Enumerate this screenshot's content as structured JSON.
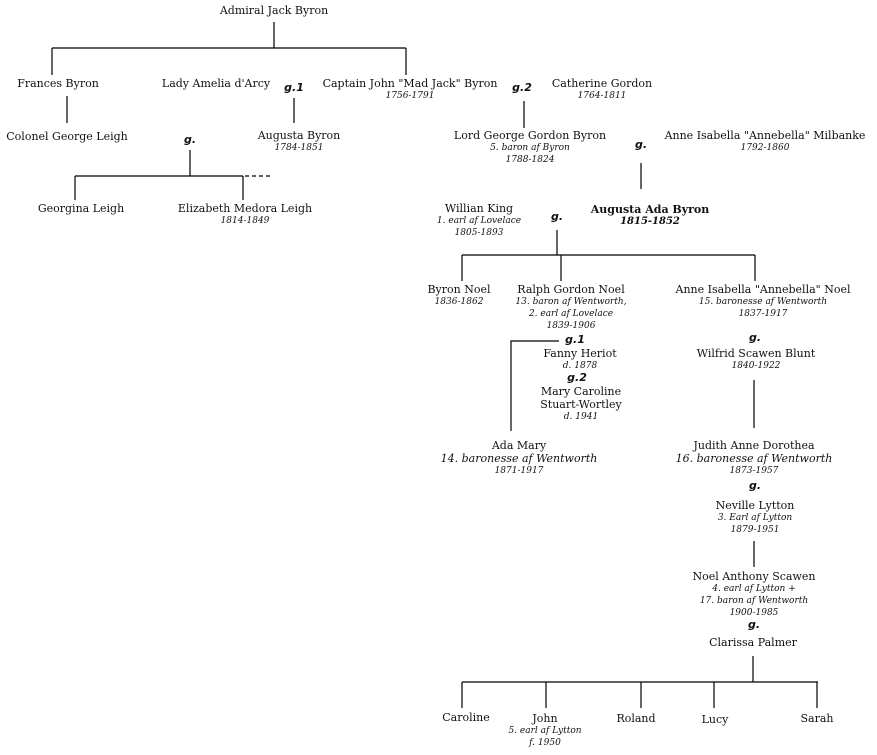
{
  "marriage_labels": {
    "g": "g.",
    "g1": "g.1",
    "g2": "g.2"
  },
  "people": {
    "admiral": {
      "name": "Admiral Jack Byron"
    },
    "frances": {
      "name": "Frances Byron"
    },
    "amelia": {
      "name": "Lady Amelia d'Arcy"
    },
    "captain": {
      "name": "Captain John \"Mad Jack\" Byron",
      "dates": "1756-1791"
    },
    "catherine": {
      "name": "Catherine Gordon",
      "dates": "1764-1811"
    },
    "colonel": {
      "name": "Colonel George Leigh"
    },
    "augusta": {
      "name": "Augusta Byron",
      "dates": "1784-1851"
    },
    "lord_byron": {
      "name": "Lord George Gordon Byron",
      "title": "5. baron af Byron",
      "dates": "1788-1824"
    },
    "milbanke": {
      "name": "Anne Isabella \"Annebella\" Milbanke",
      "dates": "1792-1860"
    },
    "georgina": {
      "name": "Georgina Leigh"
    },
    "medora": {
      "name": "Elizabeth Medora Leigh",
      "dates": "1814-1849"
    },
    "king": {
      "name": "Willian King",
      "title": "1. earl af Lovelace",
      "dates": "1805-1893"
    },
    "ada": {
      "name": "Augusta Ada Byron",
      "dates": "1815-1852"
    },
    "byron_noel": {
      "name": "Byron Noel",
      "dates": "1836-1862"
    },
    "ralph": {
      "name": "Ralph Gordon Noel",
      "title1": "13. baron af Wentworth,",
      "title2": "2. earl af Lovelace",
      "dates": "1839-1906"
    },
    "anne_noel": {
      "name": "Anne Isabella \"Annebella\" Noel",
      "title": "15. baronesse af Wentworth",
      "dates": "1837-1917"
    },
    "fanny": {
      "name": "Fanny Heriot",
      "dates": "d. 1878"
    },
    "mary": {
      "name1": "Mary Caroline",
      "name2": "Stuart-Wortley",
      "dates": "d. 1941"
    },
    "blunt": {
      "name": "Wilfrid Scawen Blunt",
      "dates": "1840-1922"
    },
    "ada_mary": {
      "name": "Ada Mary",
      "title": "14. baronesse af Wentworth",
      "dates": "1871-1917"
    },
    "judith": {
      "name": "Judith Anne Dorothea",
      "title": "16. baronesse af Wentworth",
      "dates": "1873-1957"
    },
    "neville": {
      "name": "Neville Lytton",
      "title": "3. Earl af Lytton",
      "dates": "1879-1951"
    },
    "noel_anthony": {
      "name": "Noel Anthony Scawen",
      "title1": "4. earl af Lytton +",
      "title2": "17. baron af Wentworth",
      "dates": "1900-1985"
    },
    "clarissa": {
      "name": "Clarissa Palmer"
    },
    "caroline": {
      "name": "Caroline"
    },
    "john": {
      "name": "John",
      "title": "5. earl af Lytton",
      "dates": "f. 1950"
    },
    "roland": {
      "name": "Roland"
    },
    "lucy": {
      "name": "Lucy"
    },
    "sarah": {
      "name": "Sarah"
    }
  }
}
